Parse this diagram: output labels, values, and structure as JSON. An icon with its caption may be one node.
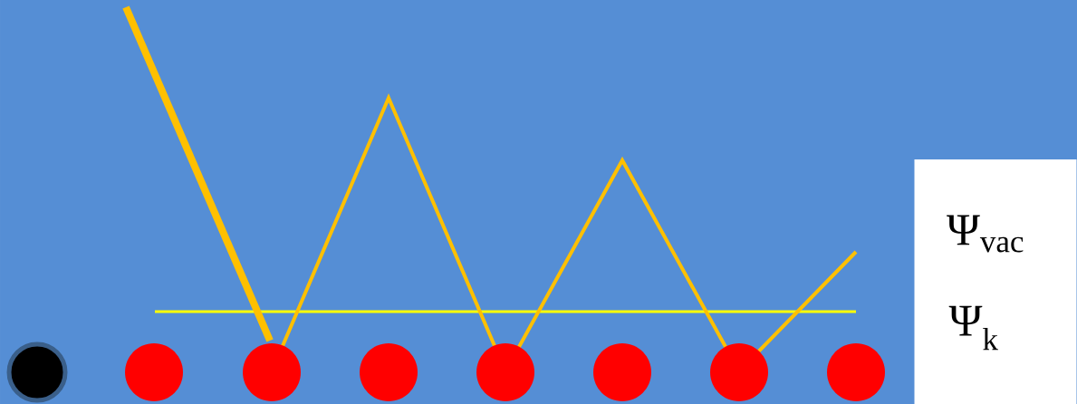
{
  "diagram": {
    "nodes": [
      {
        "text": [],
        "shape": "circle"
      },
      {
        "text": [],
        "shape": "circle"
      },
      {
        "text": [],
        "shape": "circle"
      },
      {
        "text": [],
        "shape": "circle"
      },
      {
        "text": [],
        "shape": "circle"
      },
      {
        "text": [],
        "shape": "circle"
      },
      {
        "text": [],
        "shape": "circle"
      },
      {
        "text": [],
        "shape": "circle"
      },
      {
        "text": [
          "Ψ$_{vac}$",
          "Ψ$_{k}$"
        ]
      }
    ]
  }
}
